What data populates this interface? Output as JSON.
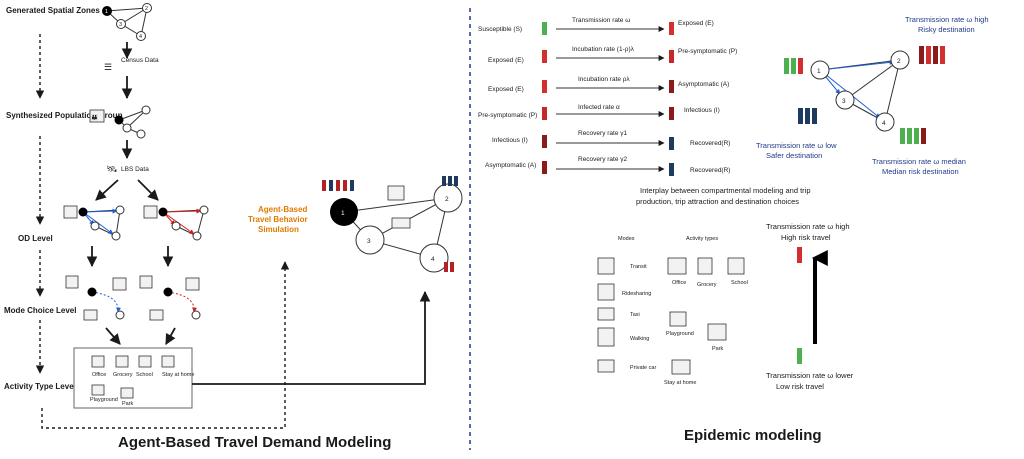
{
  "left": {
    "title": "Agent-Based Travel Demand Modeling",
    "levels": [
      "Generated Spatial Zones",
      "Synthesized Population Group",
      "OD Level",
      "Mode Choice Level",
      "Activity Type Level"
    ],
    "census": "Census Data",
    "lbs": "LBS Data",
    "activities": [
      "Office",
      "Grocery",
      "School",
      "Stay at home",
      "Playground",
      "Park"
    ],
    "node_labels": [
      "1",
      "2",
      "3",
      "4"
    ]
  },
  "center": {
    "sim_label": "Agent-Based Travel Behavior Simulation",
    "node_labels": [
      "1",
      "2",
      "3",
      "4"
    ]
  },
  "right": {
    "title": "Epidemic modeling",
    "compartments": [
      {
        "from": "Susceptible (S)",
        "rate": "Transmission rate ω",
        "to": "Exposed (E)"
      },
      {
        "from": "Exposed (E)",
        "rate": "Incubation rate (1-ρ)λ",
        "to": "Pre-symptomatic (P)"
      },
      {
        "from": "Exposed (E)",
        "rate": "Incubation rate ρλ",
        "to": "Asymptomatic (A)"
      },
      {
        "from": "Pre-symptomatic (P)",
        "rate": "Infected rate α",
        "to": "Infectious (I)"
      },
      {
        "from": "Infectious (I)",
        "rate": "Recovery rate γ1",
        "to": "Recovered(R)"
      },
      {
        "from": "Asymptomatic (A)",
        "rate": "Recovery rate γ2",
        "to": "Recovered(R)"
      }
    ],
    "interplay": "Interplay between compartmental modeling and trip production, trip attraction and destination choices",
    "risk_high": "Transmission rate ω high",
    "risk_high_sub": "Risky destination",
    "risk_low": "Transmission rate ω low",
    "risk_low_sub": "Safer destination",
    "risk_med": "Transmission rate ω median",
    "risk_med_sub": "Median risk destination",
    "node_labels": [
      "1",
      "2",
      "3",
      "4"
    ],
    "modes_header": "Modes",
    "activity_header": "Activity types",
    "modes": [
      "Transit",
      "Ridesharing",
      "Taxi",
      "Walking",
      "Private car"
    ],
    "activity_types": [
      "Office",
      "Grocery",
      "School",
      "Playground",
      "Park",
      "Stay at home"
    ],
    "travel_high": "Transmission rate ω high",
    "travel_high_sub": "High risk travel",
    "travel_low": "Transmission rate ω lower",
    "travel_low_sub": "Low risk travel"
  }
}
